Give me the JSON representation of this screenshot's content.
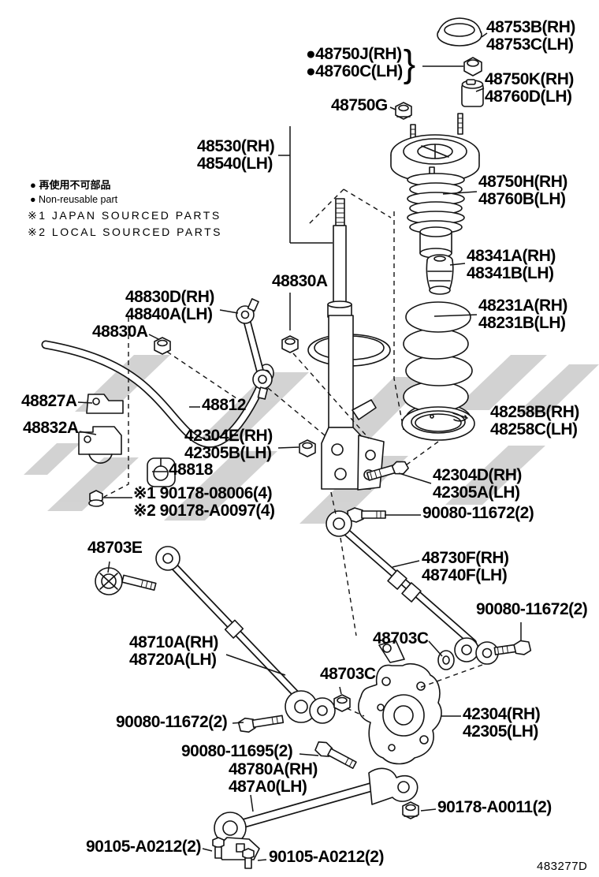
{
  "legend": {
    "jp": "● 再使用不可部品",
    "en": "● Non-reusable part",
    "note1": "※1 JAPAN SOURCED PARTS",
    "note2": "※2 LOCAL SOURCED PARTS"
  },
  "footer": {
    "diagram_code": "483277D"
  },
  "labels": {
    "cap": {
      "text": "48753B(RH)\n48753C(LH)"
    },
    "support_nut": {
      "text": "●48750J(RH)\n●48760C(LH)",
      "brace": "}"
    },
    "bushing_k": {
      "text": "48750K(RH)\n48760D(LH)"
    },
    "nut_g": {
      "text": "48750G"
    },
    "strut": {
      "text": "48530(RH)\n48540(LH)"
    },
    "support": {
      "text": "48750H(RH)\n48760B(LH)"
    },
    "bump_stop": {
      "text": "48341A(RH)\n48341B(LH)"
    },
    "stab_nut_right": {
      "text": "48830A"
    },
    "stab_link": {
      "text": "48830D(RH)\n48840A(LH)"
    },
    "stab_nut_left": {
      "text": "48830A"
    },
    "coil_spring": {
      "text": "48231A(RH)\n48231B(LH)"
    },
    "bracket_a": {
      "text": "48827A"
    },
    "stab_bar": {
      "text": "48812"
    },
    "bracket_b": {
      "text": "48832A"
    },
    "spring_seat": {
      "text": "48258B(RH)\n48258C(LH)"
    },
    "nut_e": {
      "text": "42304E(RH)\n42305B(LH)"
    },
    "bushing_818": {
      "text": "48818"
    },
    "bolt_note1": {
      "text": "※1 90178-08006(4)"
    },
    "bolt_note2": {
      "text": "※2 90178-A0097(4)"
    },
    "bolt_d": {
      "text": "42304D(RH)\n42305A(LH)"
    },
    "bolt_11672_mid": {
      "text": "90080-11672(2)"
    },
    "cam_e": {
      "text": "48703E"
    },
    "arm_upper": {
      "text": "48730F(RH)\n48740F(LH)"
    },
    "bolt_11672_right": {
      "text": "90080-11672(2)"
    },
    "arm_lower": {
      "text": "48710A(RH)\n48720A(LH)"
    },
    "nut_c_upper": {
      "text": "48703C"
    },
    "nut_c_lower": {
      "text": "48703C"
    },
    "knuckle": {
      "text": "42304(RH)\n42305(LH)"
    },
    "bolt_11672_bl": {
      "text": "90080-11672(2)"
    },
    "bolt_11695": {
      "text": "90080-11695(2)"
    },
    "strut_rod": {
      "text": "48780A(RH)\n487A0(LH)"
    },
    "nut_a0011": {
      "text": "90178-A0011(2)"
    },
    "bolt_a0212_left": {
      "text": "90105-A0212(2)"
    },
    "bolt_a0212_right": {
      "text": "90105-A0212(2)"
    }
  },
  "colors": {
    "line": "#141414",
    "watermark": "#c8c8c8"
  }
}
